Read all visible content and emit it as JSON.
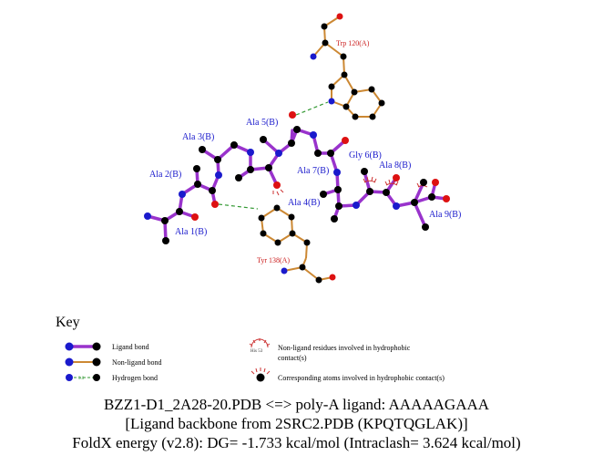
{
  "diagram": {
    "residue_labels": [
      "Trp 120(A)",
      "Ala 5(B)",
      "Ala 3(B)",
      "Ala 2(B)",
      "Ala 1(B)",
      "Ala 7(B)",
      "Gly 6(B)",
      "Ala 8(B)",
      "Ala 4(B)",
      "Ala 9(B)",
      "Tyr 138(A)"
    ],
    "colors": {
      "ligand_bond": "#9933cc",
      "non_ligand_bond": "#cc8833",
      "hydrogen_bond": "#339933",
      "carbon": "#000000",
      "nitrogen": "#1a1acc",
      "oxygen": "#dd1111",
      "hydrophobic": "#cc3333"
    }
  },
  "key": {
    "title": "Key",
    "ligand_bond": "Ligand bond",
    "non_ligand_bond": "Non-ligand bond",
    "hydrogen_bond": "Hydrogen bond",
    "hbond_length": "3.0",
    "his_example": "His 53",
    "hydrophobic_residues": "Non-ligand residues involved in hydrophobic",
    "hydrophobic_residues_2": "contact(s)",
    "corresponding_atoms": "Corresponding atoms involved in hydrophobic contact(s)"
  },
  "caption": {
    "line1": "BZZ1-D1_2A28-20.PDB <=> poly-A ligand: AAAAAGAAA",
    "line2": "[Ligand backbone from 2SRC2.PDB (KPQTQGLAK)]",
    "line3": "FoldX energy (v2.8): DG= -1.733 kcal/mol (Intraclash= 3.624 kcal/mol)"
  }
}
